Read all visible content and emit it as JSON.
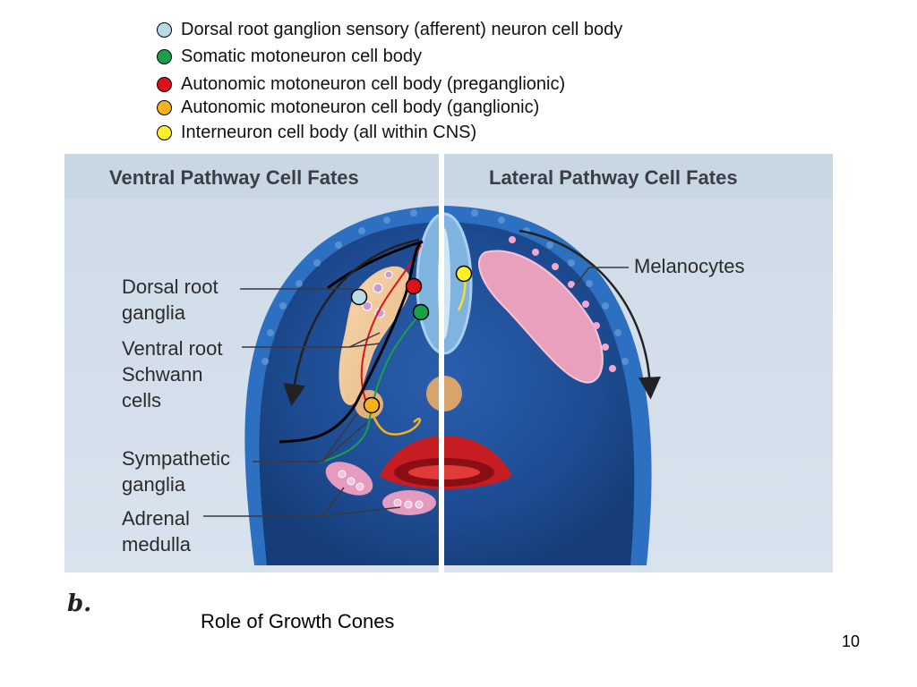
{
  "legend": [
    {
      "label": "Dorsal root ganglion sensory (afferent) neuron cell body",
      "color": "#b8dce6"
    },
    {
      "label": "Somatic motoneuron cell body",
      "color": "#1aa04a"
    },
    {
      "label": "Autonomic motoneuron cell body (preganglionic)",
      "color": "#e0101a"
    },
    {
      "label": "Autonomic motoneuron cell body (ganglionic)",
      "color": "#f5b21a"
    },
    {
      "label": "Interneuron cell body (all within CNS)",
      "color": "#fff02a"
    }
  ],
  "figure": {
    "ventral_title": "Ventral Pathway Cell Fates",
    "lateral_title": "Lateral Pathway Cell Fates",
    "callouts": {
      "dorsal_root_ganglia": "Dorsal root\nganglia",
      "ventral_root_schwann": "Ventral root\nSchwann\ncells",
      "sympathetic_ganglia": "Sympathetic\nganglia",
      "adrenal_medulla": "Adrenal\nmedulla",
      "melanocytes": "Melanocytes"
    },
    "letter": "b."
  },
  "caption": "Role of Growth Cones",
  "page_number": "10"
}
